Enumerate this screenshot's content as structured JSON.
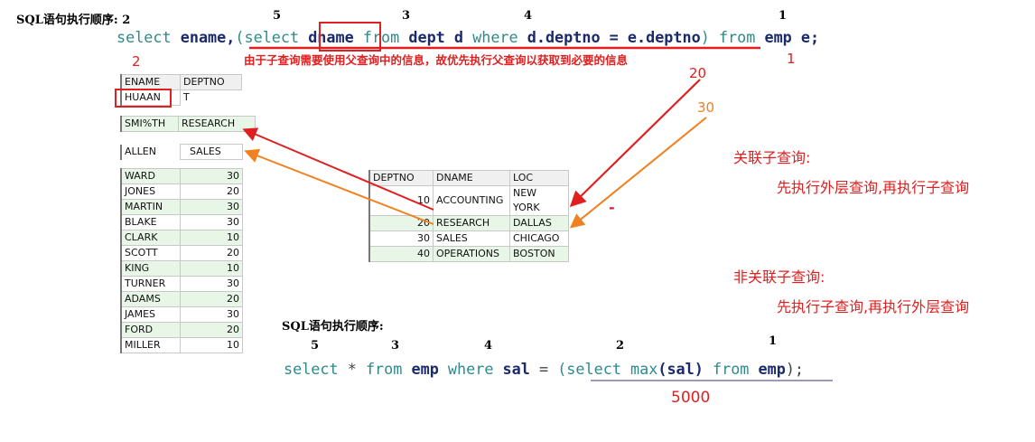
{
  "sql1": {
    "label": "SQL语句执行顺序:",
    "label_num": "2",
    "order_marks": [
      "5",
      "3",
      "4",
      "1"
    ],
    "parts": {
      "select1": "select",
      "ename": "ename,",
      "paren_open": "(",
      "select2": "select",
      "dname": "dname",
      "from1": "from",
      "dept_d": "dept d",
      "where": "where",
      "cond": "d.deptno = e.deptno",
      "paren_close": ")",
      "from2": "from",
      "emp_e": "emp e;"
    },
    "note": "由于子查询需要使用父查询中的信息，故优先执行父查询以获取到必要的信息",
    "mark_2": "2",
    "mark_1": "1",
    "arrow_20": "20",
    "arrow_30": "30"
  },
  "emp_grid": {
    "headers": [
      "ENAME",
      "DEPTNO"
    ],
    "row1": [
      "HUAAN",
      "T"
    ],
    "row2": [
      "SMI%TH",
      "RESEARCH"
    ],
    "row3": [
      "ALLEN",
      "SALES"
    ],
    "rows": [
      [
        "WARD",
        "30"
      ],
      [
        "JONES",
        "20"
      ],
      [
        "MARTIN",
        "30"
      ],
      [
        "BLAKE",
        "30"
      ],
      [
        "CLARK",
        "10"
      ],
      [
        "SCOTT",
        "20"
      ],
      [
        "KING",
        "10"
      ],
      [
        "TURNER",
        "30"
      ],
      [
        "ADAMS",
        "20"
      ],
      [
        "JAMES",
        "30"
      ],
      [
        "FORD",
        "20"
      ],
      [
        "MILLER",
        "10"
      ]
    ]
  },
  "dept_grid": {
    "headers": [
      "DEPTNO",
      "DNAME",
      "LOC"
    ],
    "rows": [
      [
        "10",
        "ACCOUNTING",
        "NEW YORK"
      ],
      [
        "20",
        "RESEARCH",
        "DALLAS"
      ],
      [
        "30",
        "SALES",
        "CHICAGO"
      ],
      [
        "40",
        "OPERATIONS",
        "BOSTON"
      ]
    ],
    "dash": "-"
  },
  "notes": {
    "correlated_title": "关联子查询:",
    "correlated_desc": "先执行外层查询,再执行子查询",
    "noncorrelated_title": "非关联子查询:",
    "noncorrelated_desc": "先执行子查询,再执行外层查询"
  },
  "sql2": {
    "label": "SQL语句执行顺序:",
    "order_marks": [
      "5",
      "3",
      "4",
      "2",
      "1"
    ],
    "parts": {
      "select1": "select",
      "star": "*",
      "from1": "from",
      "emp1": "emp",
      "where": "where",
      "sal": "sal",
      "eq": "=",
      "paren_open": "(",
      "select2": "select",
      "max": "max",
      "sal_arg": "(sal)",
      "from2": "from",
      "emp2": "emp",
      "paren_close": ");"
    },
    "result": "5000"
  },
  "colors": {
    "red": "#e02020",
    "orange": "#f08020",
    "keyword": "#2e8b8b",
    "identifier": "#1a2a6c"
  }
}
